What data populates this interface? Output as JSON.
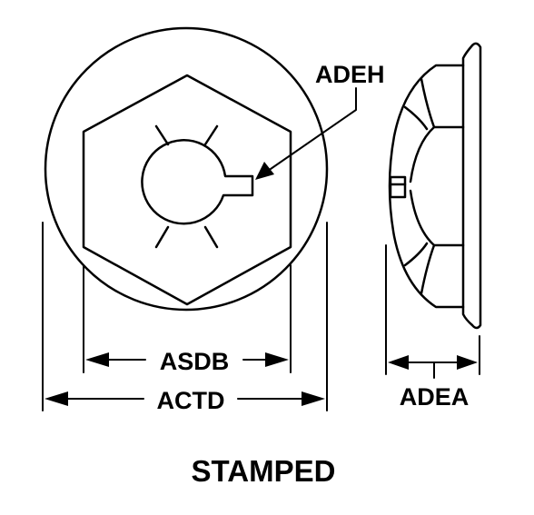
{
  "labels": {
    "adeh": "ADEH",
    "asdb": "ASDB",
    "actd": "ACTD",
    "adea": "ADEA",
    "title": "STAMPED"
  }
}
